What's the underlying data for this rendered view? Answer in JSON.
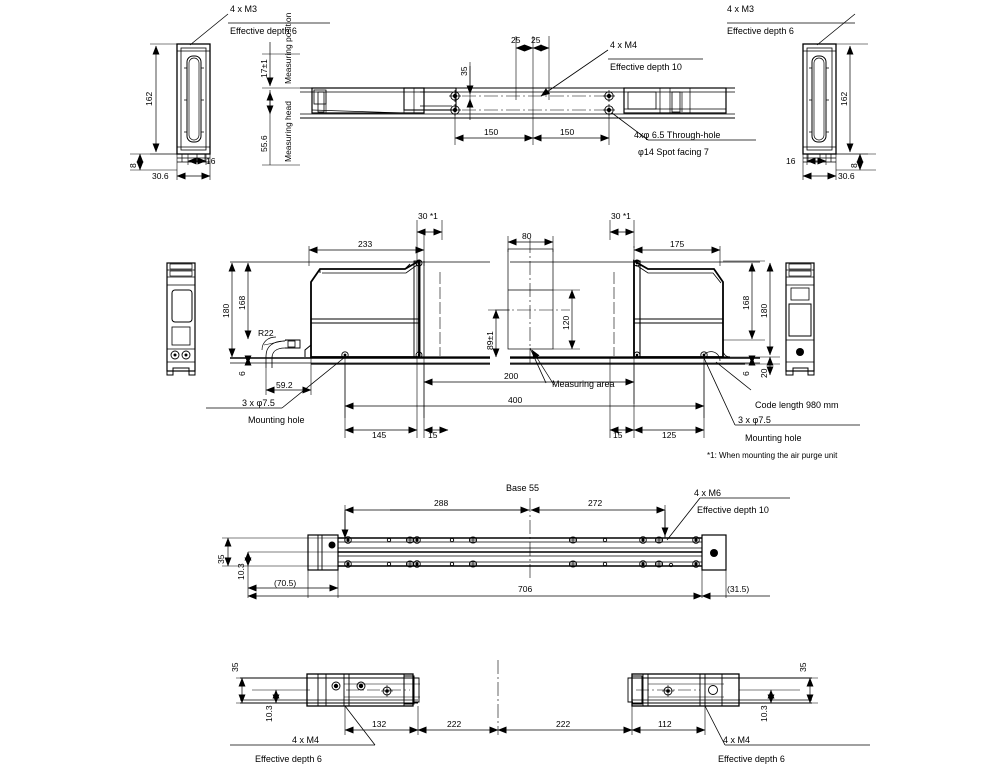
{
  "drawing": {
    "title": "Measuring head / base unit dimensional drawing",
    "units": "mm",
    "line_color": "#000000",
    "background_color": "#ffffff"
  },
  "views": {
    "top_row": {
      "left_end_view": {
        "callout": {
          "line1": "4 x M3",
          "line2": "Effective depth 6"
        },
        "dims": {
          "height": "162",
          "foot": "8",
          "width_inner": "16",
          "width_total": "30.6"
        }
      },
      "center_side_view": {
        "labels": {
          "measuring_position": "Measuring position",
          "measuring_position_dim": "17±1",
          "measuring_head": "Measuring head",
          "measuring_head_dim": "55.6"
        },
        "dims": {
          "pitch_a": "25",
          "pitch_b": "25",
          "offset_35": "35",
          "span_left": "150",
          "span_right": "150"
        },
        "callouts": {
          "m4": {
            "line1": "4 x M4",
            "line2": "Effective depth 10"
          },
          "through": {
            "line1": "4xφ 6.5 Through-hole",
            "line2": "φ14 Spot facing 7"
          }
        }
      },
      "right_end_view": {
        "callout": {
          "line1": "4 x M3",
          "line2": "Effective depth 6"
        },
        "dims": {
          "height": "162",
          "foot": "8",
          "width_inner": "16",
          "width_total": "30.6"
        }
      }
    },
    "middle_row": {
      "left_profile_view": {},
      "left_head_view": {
        "dims": {
          "width_233": "233",
          "air_purge": "30 *1",
          "height_180": "180",
          "height_168": "168",
          "height_6": "6",
          "radius": "R22",
          "cable_offset": "59.2",
          "base_145": "145",
          "gap_15": "15"
        },
        "callout": {
          "line1": "3 x φ7.5",
          "line2": "Mounting hole"
        }
      },
      "measuring_area": {
        "label": "Measuring area",
        "dims": {
          "width_80": "80",
          "height_120": "120",
          "offset_89": "89±1"
        }
      },
      "right_head_view": {
        "dims": {
          "width_175": "175",
          "air_purge": "30 *1",
          "height_180": "180",
          "height_168": "168",
          "height_6": "6",
          "height_20": "20",
          "gap_15": "15",
          "base_125": "125"
        },
        "callout": {
          "line1": "3 x φ7.5",
          "line2": "Mounting hole"
        },
        "code_length": "Code length 980 mm"
      },
      "span_dims": {
        "inner_200": "200",
        "outer_400": "400"
      },
      "footnote": "*1: When mounting the air purge unit"
    },
    "base_row": {
      "labels": {
        "base": "Base 55"
      },
      "dims": {
        "left_288": "288",
        "right_272": "272",
        "height_35": "35",
        "height_10_3": "10.3",
        "left_overhang": "(70.5)",
        "overall_706": "706",
        "right_overhang": "(31.5)"
      },
      "callout": {
        "line1": "4 x M6",
        "line2": "Effective depth 10"
      }
    },
    "bottom_row": {
      "left": {
        "dims": {
          "height_35": "35",
          "height_10_3": "10.3",
          "span_132": "132",
          "span_222": "222"
        },
        "callout": {
          "line1": "4 x M4",
          "line2": "Effective depth 6"
        }
      },
      "right": {
        "dims": {
          "height_35": "35",
          "height_10_3": "10.3",
          "span_112": "112",
          "span_222": "222"
        },
        "callout": {
          "line1": "4 x M4",
          "line2": "Effective depth 6"
        }
      }
    }
  }
}
